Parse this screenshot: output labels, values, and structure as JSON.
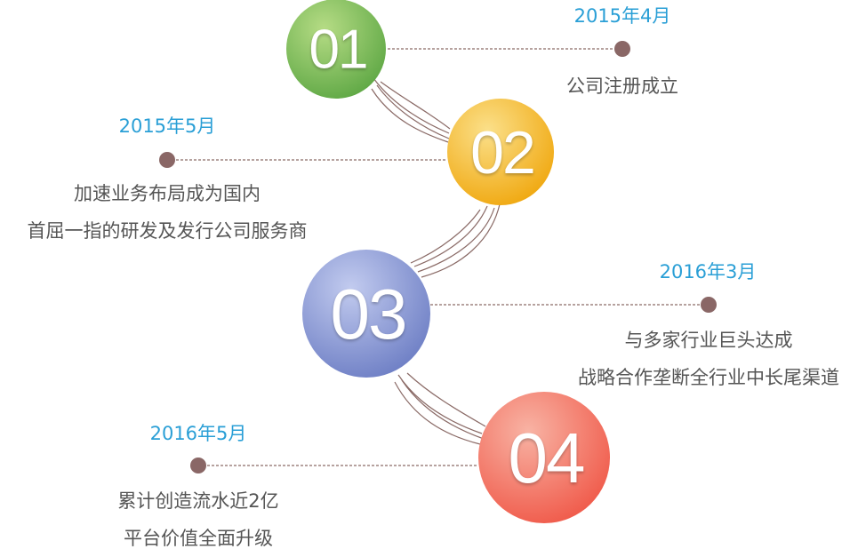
{
  "milestones": [
    {
      "number": "01",
      "date": "2015年4月",
      "lines": [
        "公司注册成立"
      ]
    },
    {
      "number": "02",
      "date": "2015年5月",
      "lines": [
        "加速业务布局成为国内",
        "首屈一指的研发及发行公司服务商"
      ]
    },
    {
      "number": "03",
      "date": "2016年3月",
      "lines": [
        "与多家行业巨头达成",
        "战略合作垄断全行业中长尾渠道"
      ]
    },
    {
      "number": "04",
      "date": "2016年5月",
      "lines": [
        "累计创造流水近2亿",
        "平台价值全面升级"
      ]
    }
  ],
  "colors": {
    "circle_01": [
      "#b6dc85",
      "#5fa845"
    ],
    "circle_02": [
      "#fbe08a",
      "#f0a810"
    ],
    "circle_03": [
      "#c2cbef",
      "#6e7fc5"
    ],
    "circle_04": [
      "#f8b3a4",
      "#f05a4a"
    ],
    "connector": "#8a6a66",
    "dot": "#8a6766",
    "date": "#2a9fd6",
    "text": "#555555"
  }
}
